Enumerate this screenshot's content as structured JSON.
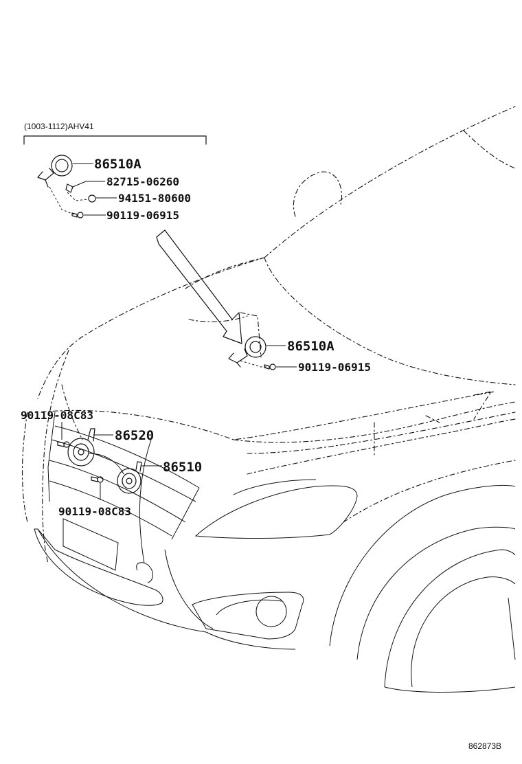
{
  "diagram": {
    "range_label": "(1003-1112)AHV41",
    "drawing_code": "862873B",
    "callouts": [
      {
        "id": "inset-horn",
        "text": "86510A"
      },
      {
        "id": "inset-bracket",
        "text": "82715-06260"
      },
      {
        "id": "inset-nut",
        "text": "94151-80600"
      },
      {
        "id": "inset-bolt",
        "text": "90119-06915"
      },
      {
        "id": "hood-horn",
        "text": "86510A"
      },
      {
        "id": "hood-bolt",
        "text": "90119-06915"
      },
      {
        "id": "front-bolt-upper",
        "text": "90119-08C83"
      },
      {
        "id": "front-horn-high",
        "text": "86520"
      },
      {
        "id": "front-horn-low",
        "text": "86510"
      },
      {
        "id": "front-bolt-lower",
        "text": "90119-08C83"
      }
    ]
  }
}
